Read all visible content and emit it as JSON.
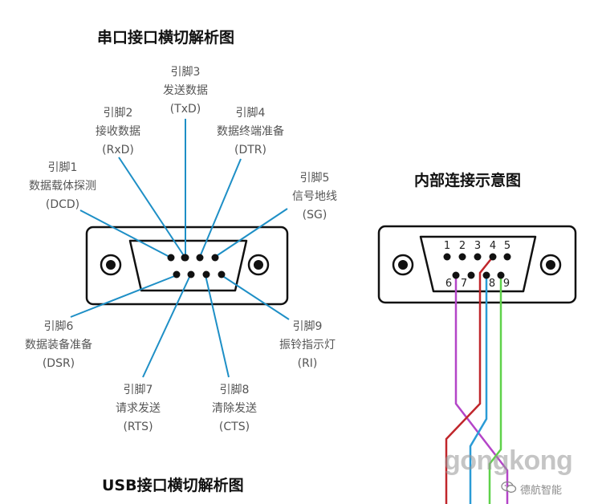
{
  "titles": {
    "serial": "串口接口横切解析图",
    "internal": "内部连接示意图",
    "usb": "USB接口横切解析图"
  },
  "pins": [
    {
      "id": "1",
      "name": "引脚1",
      "desc": "数据载体探测",
      "abbr": "(DCD)"
    },
    {
      "id": "2",
      "name": "引脚2",
      "desc": "接收数据",
      "abbr": "(RxD)"
    },
    {
      "id": "3",
      "name": "引脚3",
      "desc": "发送数据",
      "abbr": "(TxD)"
    },
    {
      "id": "4",
      "name": "引脚4",
      "desc": "数据终端准备",
      "abbr": "(DTR)"
    },
    {
      "id": "5",
      "name": "引脚5",
      "desc": "信号地线",
      "abbr": "(SG)"
    },
    {
      "id": "6",
      "name": "引脚6",
      "desc": "数据装备准备",
      "abbr": "(DSR)"
    },
    {
      "id": "7",
      "name": "引脚7",
      "desc": "请求发送",
      "abbr": "(RTS)"
    },
    {
      "id": "8",
      "name": "引脚8",
      "desc": "清除发送",
      "abbr": "(CTS)"
    },
    {
      "id": "9",
      "name": "引脚9",
      "desc": "振铃指示灯",
      "abbr": "(RI)"
    }
  ],
  "internal_pin_numbers": {
    "top": [
      "1",
      "2",
      "3",
      "4",
      "5"
    ],
    "bottom": [
      "6",
      "7",
      "8",
      "9"
    ]
  },
  "colors": {
    "leader_line": "#1e8fc6",
    "wire_purple": "#b445c8",
    "wire_red": "#c0262b",
    "wire_blue": "#2a9bd6",
    "wire_green": "#5fd14a",
    "connector_stroke": "#111111"
  },
  "watermark": {
    "brand": "gongkong",
    "account": "德航智能",
    "icon": "wechat-icon"
  }
}
